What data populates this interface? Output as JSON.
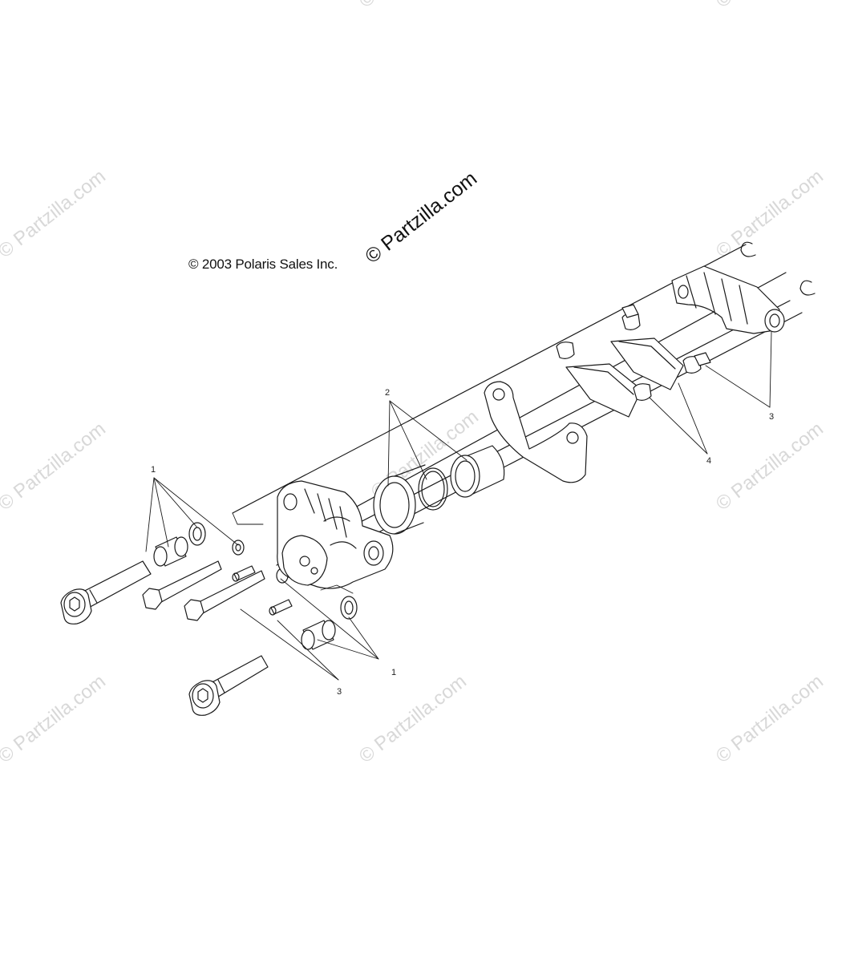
{
  "copyright": "© 2003 Polaris Sales Inc.",
  "watermark": "© Partzilla.com",
  "callouts": {
    "c1_top": "1",
    "c1_bottom": "1",
    "c2": "2",
    "c3_right": "3",
    "c3_bottom": "3",
    "c4": "4"
  },
  "colors": {
    "line": "#1a1a1a",
    "watermark": "#d8d8d8",
    "background": "#ffffff"
  }
}
